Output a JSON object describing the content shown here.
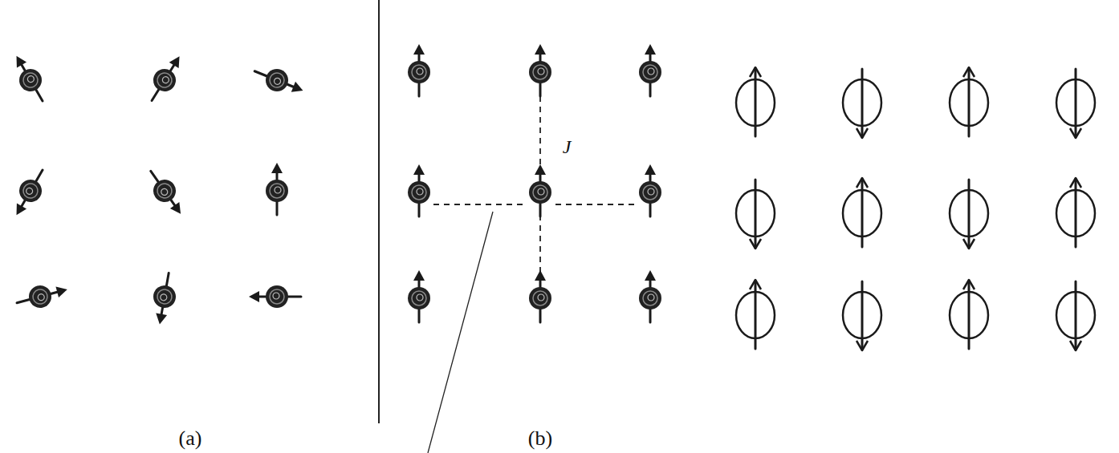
{
  "diagram": {
    "labels": [
      "(a)",
      "(b)",
      "J"
    ]
  }
}
